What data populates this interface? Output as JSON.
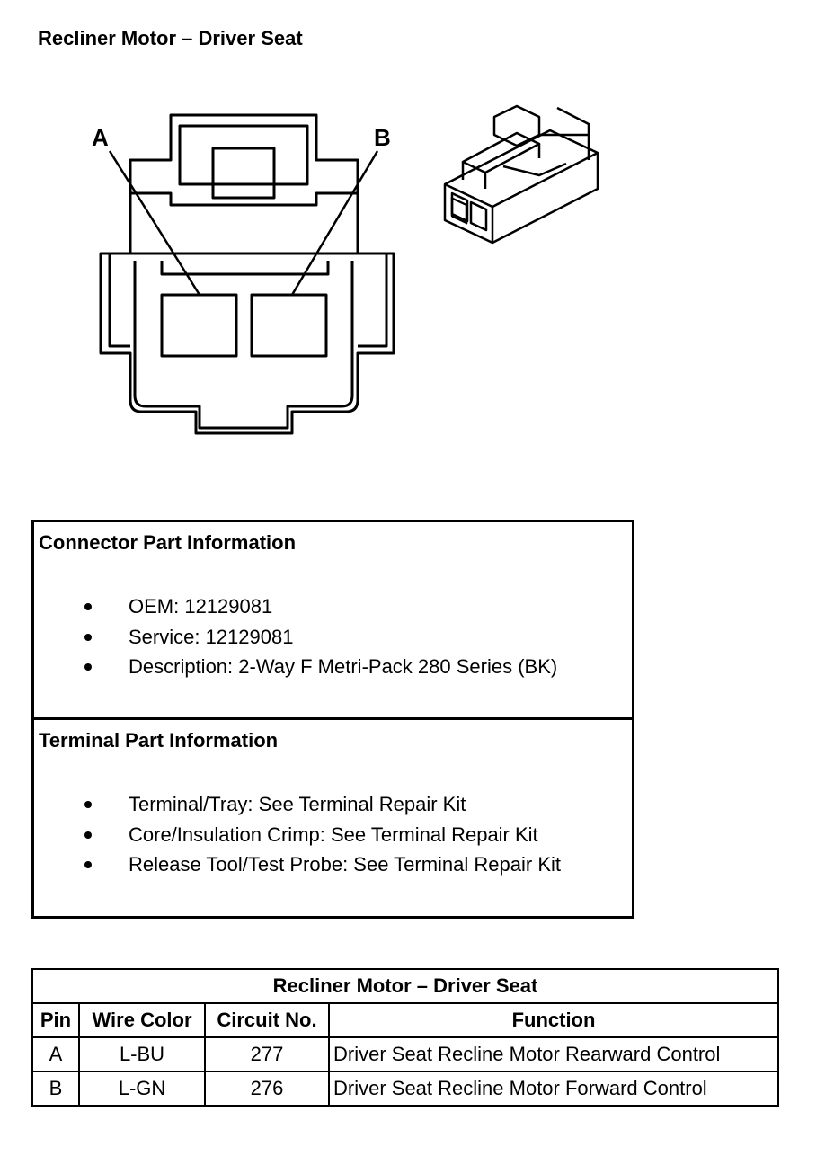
{
  "page": {
    "title": "Recliner Motor – Driver Seat"
  },
  "diagram": {
    "pin_labels": [
      "A",
      "B"
    ]
  },
  "connector_info": {
    "title": "Connector Part Information",
    "items": [
      "OEM: 12129081",
      "Service: 12129081",
      "Description: 2-Way F Metri-Pack 280 Series (BK)"
    ]
  },
  "terminal_info": {
    "title": "Terminal Part Information",
    "items": [
      "Terminal/Tray: See Terminal Repair Kit",
      "Core/Insulation Crimp: See Terminal Repair Kit",
      "Release Tool/Test Probe: See Terminal Repair Kit"
    ]
  },
  "pin_table": {
    "caption": "Recliner Motor – Driver Seat",
    "headers": [
      "Pin",
      "Wire Color",
      "Circuit No.",
      "Function"
    ],
    "rows": [
      [
        "A",
        "L-BU",
        "277",
        "Driver Seat Recline Motor Rearward Control"
      ],
      [
        "B",
        "L-GN",
        "276",
        "Driver Seat Recline Motor Forward Control"
      ]
    ]
  }
}
